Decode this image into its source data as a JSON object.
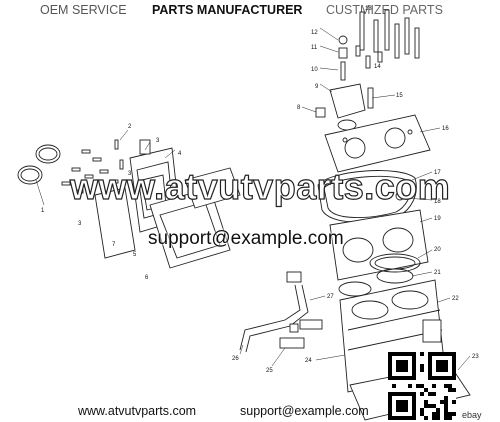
{
  "banner": {
    "left": "OEM SERVICE",
    "center": "PARTS MANUFACTURER",
    "right": "CUSTMIZED PARTS"
  },
  "watermark": {
    "site": "www.atvutvparts.com",
    "email": "support@example.com"
  },
  "footer": {
    "site": "www.atvutvparts.com",
    "email": "support@example.com"
  },
  "callouts": [
    "1",
    "2",
    "3",
    "3",
    "3",
    "4",
    "5",
    "6",
    "7",
    "8",
    "9",
    "10",
    "11",
    "12",
    "13",
    "14",
    "15",
    "16",
    "17",
    "18",
    "19",
    "20",
    "21",
    "22",
    "23",
    "24",
    "25",
    "26",
    "27"
  ],
  "badge": "ebay",
  "colors": {
    "line": "#222222",
    "background": "#ffffff"
  }
}
